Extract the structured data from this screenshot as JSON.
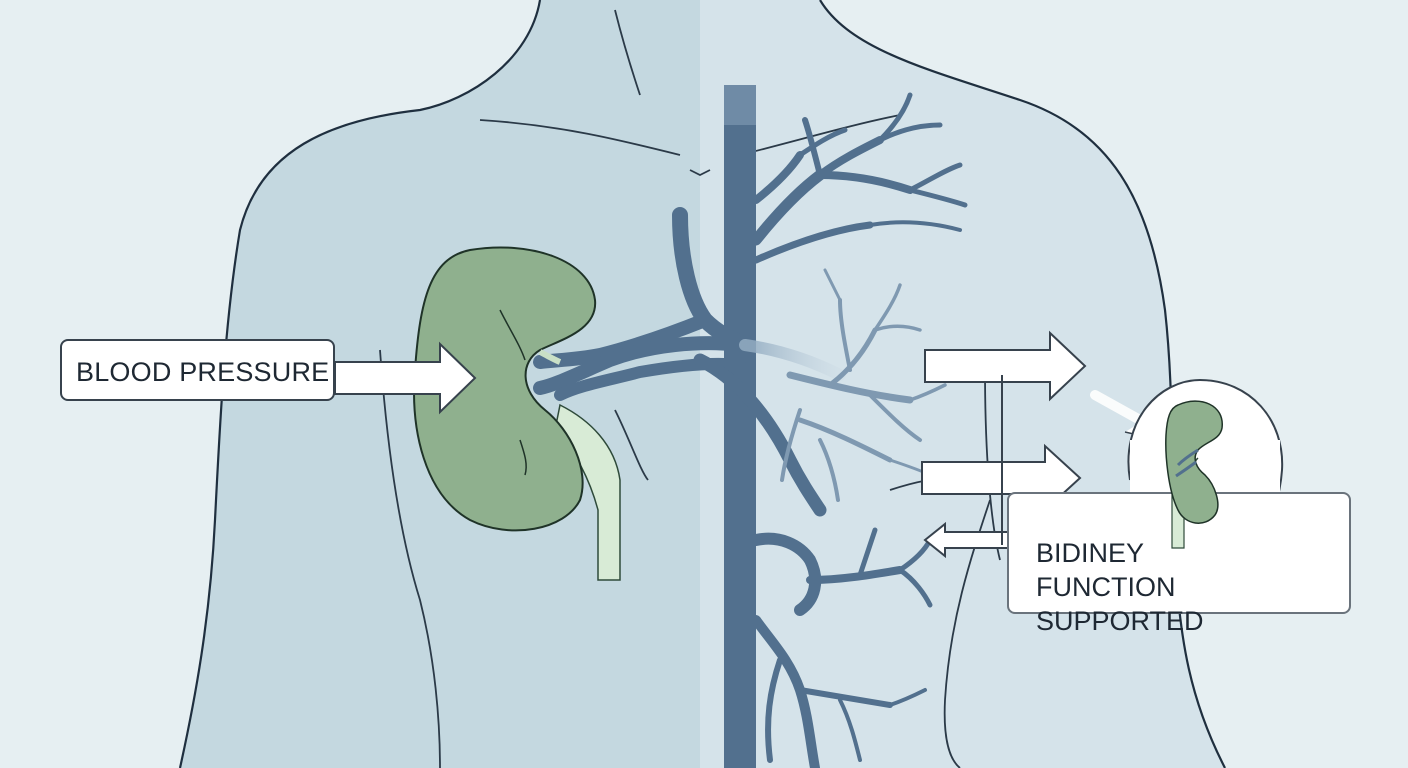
{
  "labels": {
    "blood_pressure": "BLOOD PRESSURE",
    "kidney_line1": "BIDINEY",
    "kidney_line2": "FUNCTION SUPPORTED"
  },
  "colors": {
    "background": "#e6eff2",
    "body_left": "#c4d8e0",
    "body_right": "#d5e3ea",
    "outline": "#1f2f3f",
    "kidney": "#8fb08e",
    "kidney_outline": "#1f3328",
    "ureter": "#d8ebd6",
    "vessel": "#52708e",
    "vessel_light": "#93acc0"
  },
  "icons": {
    "kidney": "kidney-icon",
    "arrow": "arrow-right-icon"
  }
}
